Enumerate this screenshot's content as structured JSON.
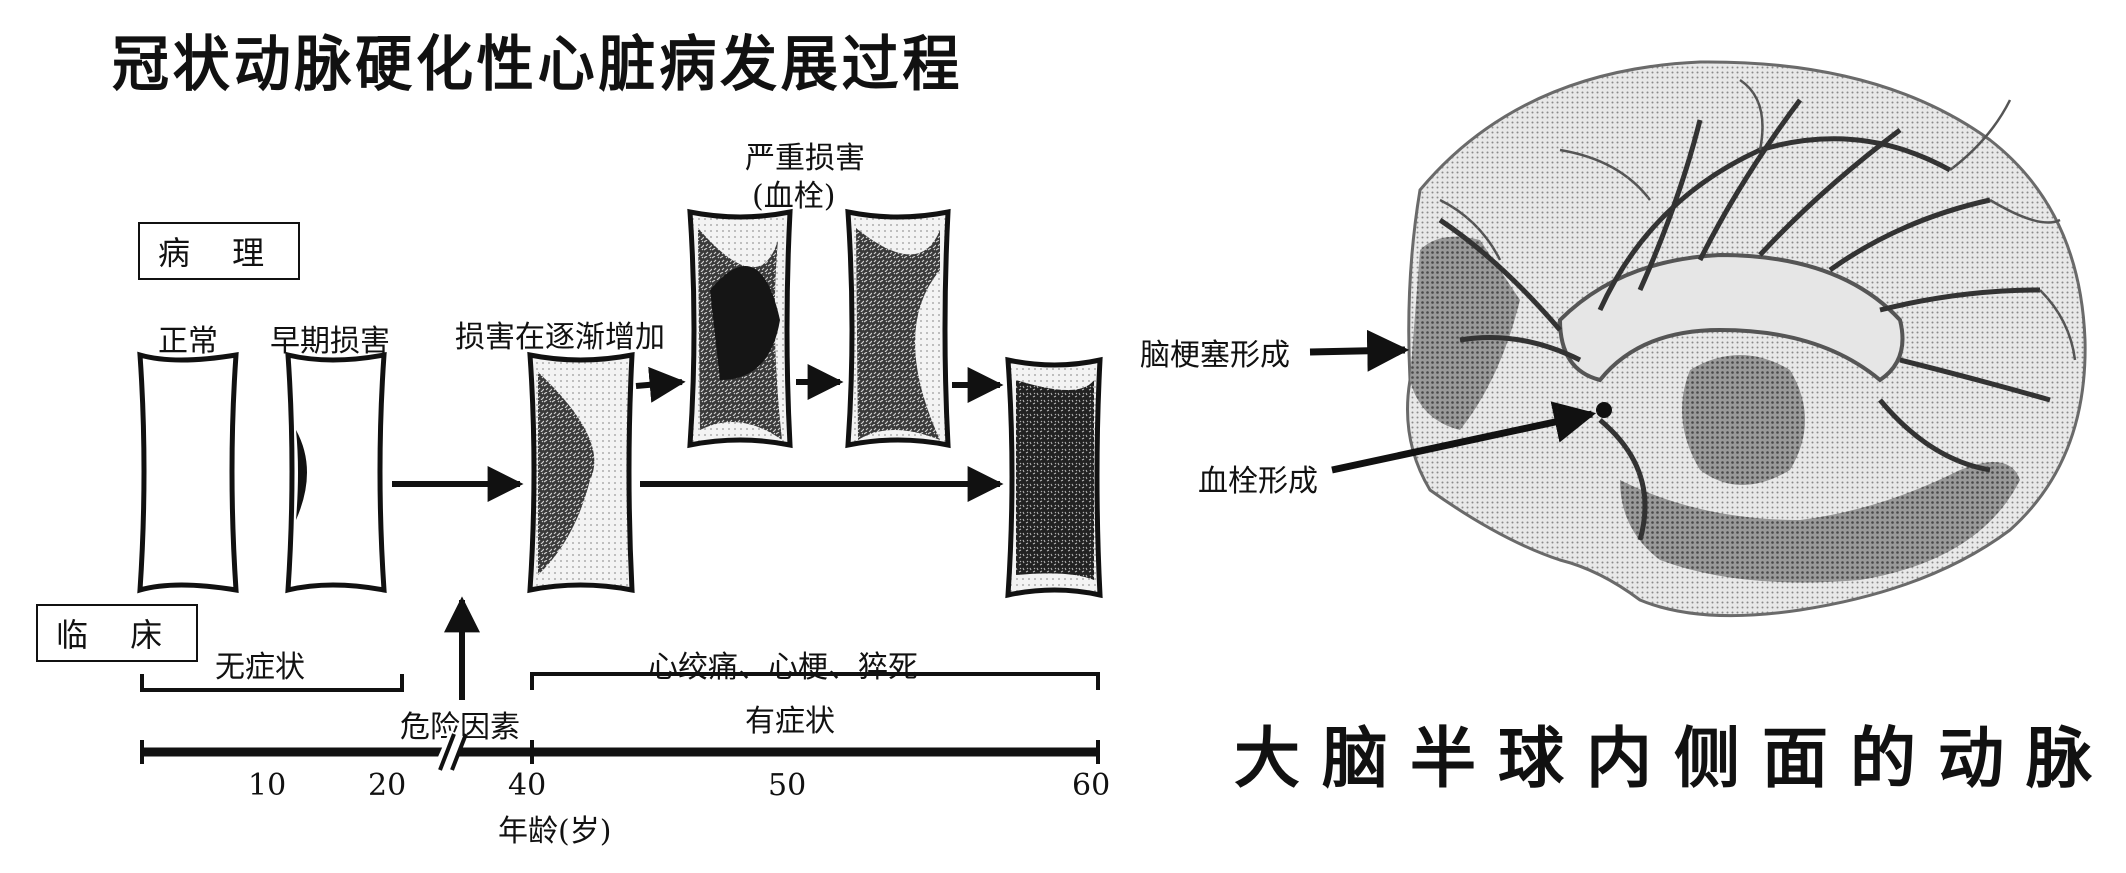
{
  "left_title": "冠状动脉硬化性心脏病发展过程",
  "pathology_label": "病 理",
  "clinical_label": "临 床",
  "stages": {
    "normal": "正常",
    "early_damage": "早期损害",
    "increasing_damage": "损害在逐渐增加",
    "severe_damage": "严重损害",
    "thrombus": "(血栓)"
  },
  "clinical": {
    "asymptomatic": "无症状",
    "symptoms": "心绞痛、心梗、猝死",
    "symptomatic": "有症状",
    "risk_factors": "危险因素"
  },
  "axis": {
    "ticks": [
      "10",
      "20",
      "40",
      "50",
      "60"
    ],
    "label": "年龄(岁)"
  },
  "brain": {
    "infarct_label": "脑梗塞形成",
    "thrombus_label": "血栓形成",
    "title": "大脑半球内侧面的动脉"
  }
}
